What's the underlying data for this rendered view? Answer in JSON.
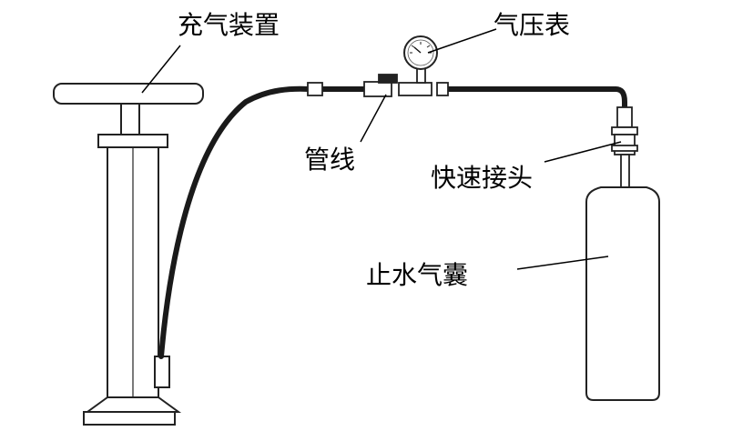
{
  "labels": {
    "pump": "充气装置",
    "gauge": "气压表",
    "hose": "管线",
    "coupling": "快速接头",
    "airbag": "止水气囊"
  },
  "colors": {
    "stroke": "#222222",
    "fill": "#ffffff",
    "hose": "#1a1a1a",
    "text": "#000000"
  }
}
